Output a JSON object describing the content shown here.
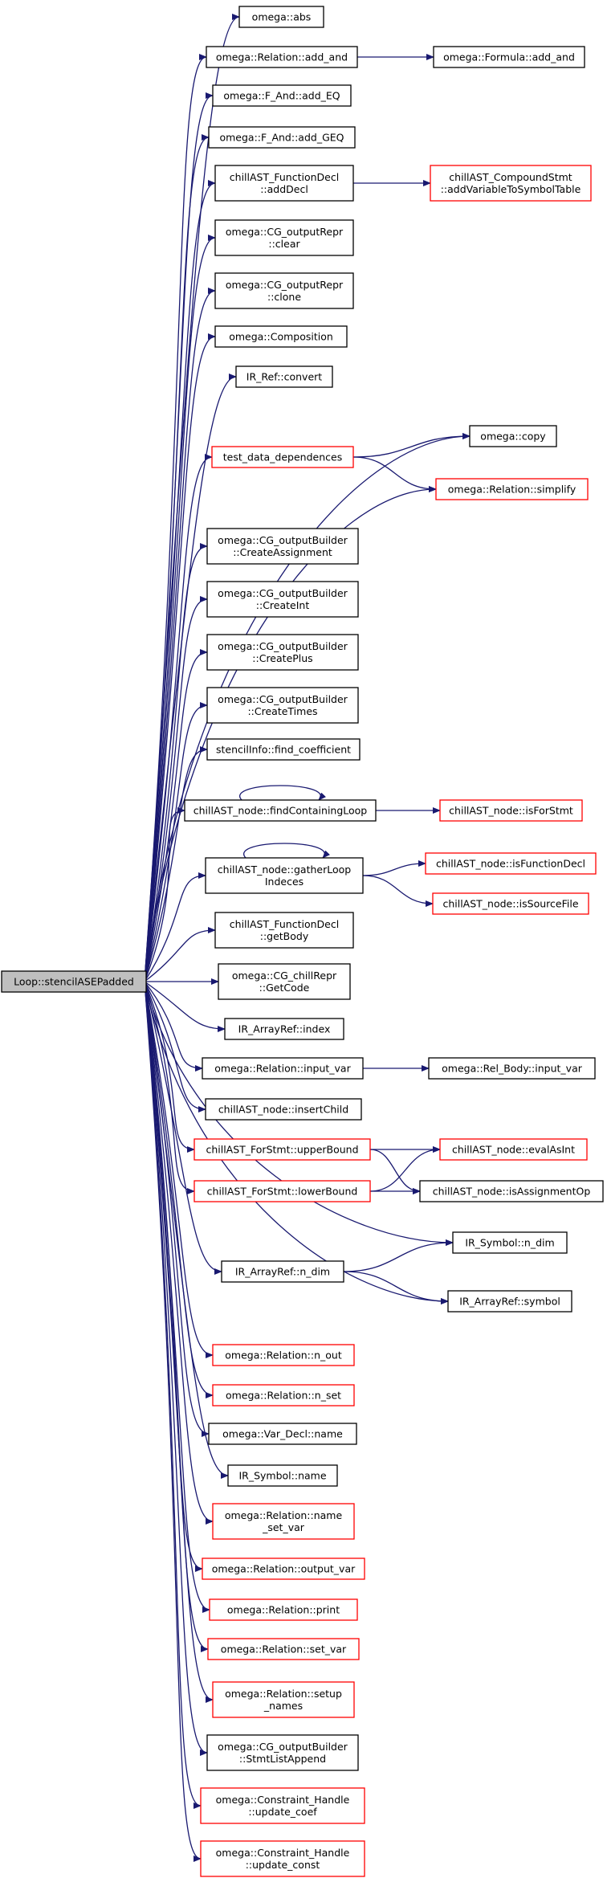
{
  "colors": {
    "edge": "#191970",
    "box_normal": "#000000",
    "box_truncated": "#ff0000",
    "root_fill": "#bfbfbf",
    "background": "#ffffff"
  },
  "nodes": [
    {
      "id": "root",
      "lines": [
        "Loop::stencilASEPadded"
      ],
      "style": "root"
    },
    {
      "id": "n_abs",
      "lines": [
        "omega::abs"
      ],
      "style": "normal"
    },
    {
      "id": "n_add_and",
      "lines": [
        "omega::Relation::add_and"
      ],
      "style": "normal"
    },
    {
      "id": "n_formula_add_and",
      "lines": [
        "omega::Formula::add_and"
      ],
      "style": "normal"
    },
    {
      "id": "n_add_eq",
      "lines": [
        "omega::F_And::add_EQ"
      ],
      "style": "normal"
    },
    {
      "id": "n_add_geq",
      "lines": [
        "omega::F_And::add_GEQ"
      ],
      "style": "normal"
    },
    {
      "id": "n_adddecl",
      "lines": [
        "chillAST_FunctionDecl",
        "::addDecl"
      ],
      "style": "normal"
    },
    {
      "id": "n_addvar",
      "lines": [
        "chillAST_CompoundStmt",
        "::addVariableToSymbolTable"
      ],
      "style": "truncated"
    },
    {
      "id": "n_clear",
      "lines": [
        "omega::CG_outputRepr",
        "::clear"
      ],
      "style": "normal"
    },
    {
      "id": "n_clone",
      "lines": [
        "omega::CG_outputRepr",
        "::clone"
      ],
      "style": "normal"
    },
    {
      "id": "n_composition",
      "lines": [
        "omega::Composition"
      ],
      "style": "normal"
    },
    {
      "id": "n_convert",
      "lines": [
        "IR_Ref::convert"
      ],
      "style": "normal"
    },
    {
      "id": "n_copy",
      "lines": [
        "omega::copy"
      ],
      "style": "normal"
    },
    {
      "id": "n_testdata",
      "lines": [
        "test_data_dependences"
      ],
      "style": "truncated"
    },
    {
      "id": "n_simplify",
      "lines": [
        "omega::Relation::simplify"
      ],
      "style": "truncated"
    },
    {
      "id": "n_createassign",
      "lines": [
        "omega::CG_outputBuilder",
        "::CreateAssignment"
      ],
      "style": "normal"
    },
    {
      "id": "n_createint",
      "lines": [
        "omega::CG_outputBuilder",
        "::CreateInt"
      ],
      "style": "normal"
    },
    {
      "id": "n_createplus",
      "lines": [
        "omega::CG_outputBuilder",
        "::CreatePlus"
      ],
      "style": "normal"
    },
    {
      "id": "n_createtimes",
      "lines": [
        "omega::CG_outputBuilder",
        "::CreateTimes"
      ],
      "style": "normal"
    },
    {
      "id": "n_findcoef",
      "lines": [
        "stencilInfo::find_coefficient"
      ],
      "style": "normal"
    },
    {
      "id": "n_findloop",
      "lines": [
        "chillAST_node::findContainingLoop"
      ],
      "style": "normal"
    },
    {
      "id": "n_isforstmt",
      "lines": [
        "chillAST_node::isForStmt"
      ],
      "style": "truncated"
    },
    {
      "id": "n_gatherloop",
      "lines": [
        "chillAST_node::gatherLoop",
        "Indeces"
      ],
      "style": "normal"
    },
    {
      "id": "n_isfuncdecl",
      "lines": [
        "chillAST_node::isFunctionDecl"
      ],
      "style": "truncated"
    },
    {
      "id": "n_issourcefile",
      "lines": [
        "chillAST_node::isSourceFile"
      ],
      "style": "truncated"
    },
    {
      "id": "n_getbody",
      "lines": [
        "chillAST_FunctionDecl",
        "::getBody"
      ],
      "style": "normal"
    },
    {
      "id": "n_getcode",
      "lines": [
        "omega::CG_chillRepr",
        "::GetCode"
      ],
      "style": "normal"
    },
    {
      "id": "n_index",
      "lines": [
        "IR_ArrayRef::index"
      ],
      "style": "normal"
    },
    {
      "id": "n_inputvar",
      "lines": [
        "omega::Relation::input_var"
      ],
      "style": "normal"
    },
    {
      "id": "n_relbody_inputvar",
      "lines": [
        "omega::Rel_Body::input_var"
      ],
      "style": "normal"
    },
    {
      "id": "n_insertchild",
      "lines": [
        "chillAST_node::insertChild"
      ],
      "style": "normal"
    },
    {
      "id": "n_upperbound",
      "lines": [
        "chillAST_ForStmt::upperBound"
      ],
      "style": "truncated"
    },
    {
      "id": "n_evalasint",
      "lines": [
        "chillAST_node::evalAsInt"
      ],
      "style": "truncated"
    },
    {
      "id": "n_lowerbound",
      "lines": [
        "chillAST_ForStmt::lowerBound"
      ],
      "style": "truncated"
    },
    {
      "id": "n_isassignop",
      "lines": [
        "chillAST_node::isAssignmentOp"
      ],
      "style": "normal"
    },
    {
      "id": "n_symndim",
      "lines": [
        "IR_Symbol::n_dim"
      ],
      "style": "normal"
    },
    {
      "id": "n_arrndim",
      "lines": [
        "IR_ArrayRef::n_dim"
      ],
      "style": "normal"
    },
    {
      "id": "n_symbol",
      "lines": [
        "IR_ArrayRef::symbol"
      ],
      "style": "normal"
    },
    {
      "id": "n_nout",
      "lines": [
        "omega::Relation::n_out"
      ],
      "style": "truncated"
    },
    {
      "id": "n_nset",
      "lines": [
        "omega::Relation::n_set"
      ],
      "style": "truncated"
    },
    {
      "id": "n_vardeclname",
      "lines": [
        "omega::Var_Decl::name"
      ],
      "style": "normal"
    },
    {
      "id": "n_symname",
      "lines": [
        "IR_Symbol::name"
      ],
      "style": "normal"
    },
    {
      "id": "n_namesetvar",
      "lines": [
        "omega::Relation::name",
        "_set_var"
      ],
      "style": "truncated"
    },
    {
      "id": "n_outputvar",
      "lines": [
        "omega::Relation::output_var"
      ],
      "style": "truncated"
    },
    {
      "id": "n_print",
      "lines": [
        "omega::Relation::print"
      ],
      "style": "truncated"
    },
    {
      "id": "n_setvar",
      "lines": [
        "omega::Relation::set_var"
      ],
      "style": "truncated"
    },
    {
      "id": "n_setupnames",
      "lines": [
        "omega::Relation::setup",
        "_names"
      ],
      "style": "truncated"
    },
    {
      "id": "n_stmtlist",
      "lines": [
        "omega::CG_outputBuilder",
        "::StmtListAppend"
      ],
      "style": "normal"
    },
    {
      "id": "n_updatecoef",
      "lines": [
        "omega::Constraint_Handle",
        "::update_coef"
      ],
      "style": "truncated"
    },
    {
      "id": "n_updateconst",
      "lines": [
        "omega::Constraint_Handle",
        "::update_const"
      ],
      "style": "truncated"
    }
  ],
  "edges": [
    [
      "root",
      "n_abs"
    ],
    [
      "root",
      "n_add_and"
    ],
    [
      "n_add_and",
      "n_formula_add_and"
    ],
    [
      "root",
      "n_add_eq"
    ],
    [
      "root",
      "n_add_geq"
    ],
    [
      "root",
      "n_adddecl"
    ],
    [
      "n_adddecl",
      "n_addvar"
    ],
    [
      "root",
      "n_clear"
    ],
    [
      "root",
      "n_clone"
    ],
    [
      "root",
      "n_composition"
    ],
    [
      "root",
      "n_convert"
    ],
    [
      "root",
      "n_copy"
    ],
    [
      "root",
      "n_testdata"
    ],
    [
      "n_testdata",
      "n_copy"
    ],
    [
      "n_testdata",
      "n_simplify"
    ],
    [
      "root",
      "n_simplify"
    ],
    [
      "root",
      "n_createassign"
    ],
    [
      "root",
      "n_createint"
    ],
    [
      "root",
      "n_createplus"
    ],
    [
      "root",
      "n_createtimes"
    ],
    [
      "root",
      "n_findcoef"
    ],
    [
      "root",
      "n_findloop"
    ],
    [
      "n_findloop",
      "n_findloop"
    ],
    [
      "n_findloop",
      "n_isforstmt"
    ],
    [
      "root",
      "n_gatherloop"
    ],
    [
      "n_gatherloop",
      "n_gatherloop"
    ],
    [
      "n_gatherloop",
      "n_isfuncdecl"
    ],
    [
      "n_gatherloop",
      "n_issourcefile"
    ],
    [
      "root",
      "n_getbody"
    ],
    [
      "root",
      "n_getcode"
    ],
    [
      "root",
      "n_index"
    ],
    [
      "root",
      "n_inputvar"
    ],
    [
      "n_inputvar",
      "n_relbody_inputvar"
    ],
    [
      "root",
      "n_insertchild"
    ],
    [
      "root",
      "n_upperbound"
    ],
    [
      "n_upperbound",
      "n_evalasint"
    ],
    [
      "n_upperbound",
      "n_isassignop"
    ],
    [
      "root",
      "n_lowerbound"
    ],
    [
      "n_lowerbound",
      "n_evalasint"
    ],
    [
      "n_lowerbound",
      "n_isassignop"
    ],
    [
      "root",
      "n_symndim"
    ],
    [
      "root",
      "n_arrndim"
    ],
    [
      "n_arrndim",
      "n_symndim"
    ],
    [
      "n_arrndim",
      "n_symbol"
    ],
    [
      "root",
      "n_symbol"
    ],
    [
      "root",
      "n_nout"
    ],
    [
      "root",
      "n_nset"
    ],
    [
      "root",
      "n_vardeclname"
    ],
    [
      "root",
      "n_symname"
    ],
    [
      "root",
      "n_namesetvar"
    ],
    [
      "root",
      "n_outputvar"
    ],
    [
      "root",
      "n_print"
    ],
    [
      "root",
      "n_setvar"
    ],
    [
      "root",
      "n_setupnames"
    ],
    [
      "root",
      "n_stmtlist"
    ],
    [
      "root",
      "n_updatecoef"
    ],
    [
      "root",
      "n_updateconst"
    ]
  ]
}
